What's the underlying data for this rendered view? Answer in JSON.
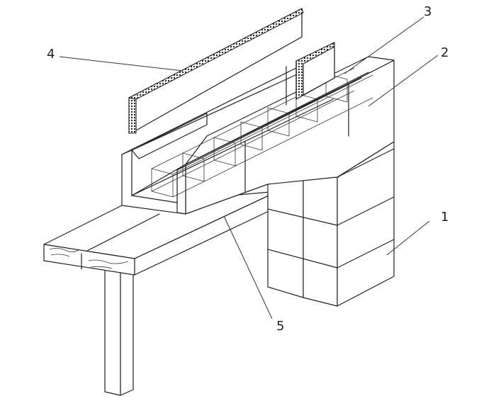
{
  "callouts": [
    {
      "id": "callout-1",
      "text": "1"
    },
    {
      "id": "callout-2",
      "text": "2"
    },
    {
      "id": "callout-3",
      "text": "3"
    },
    {
      "id": "callout-4",
      "text": "4"
    },
    {
      "id": "callout-5",
      "text": "5"
    }
  ],
  "colors": {
    "line": "#222222",
    "background": "#ffffff",
    "insulation_hatch": "#333333"
  }
}
